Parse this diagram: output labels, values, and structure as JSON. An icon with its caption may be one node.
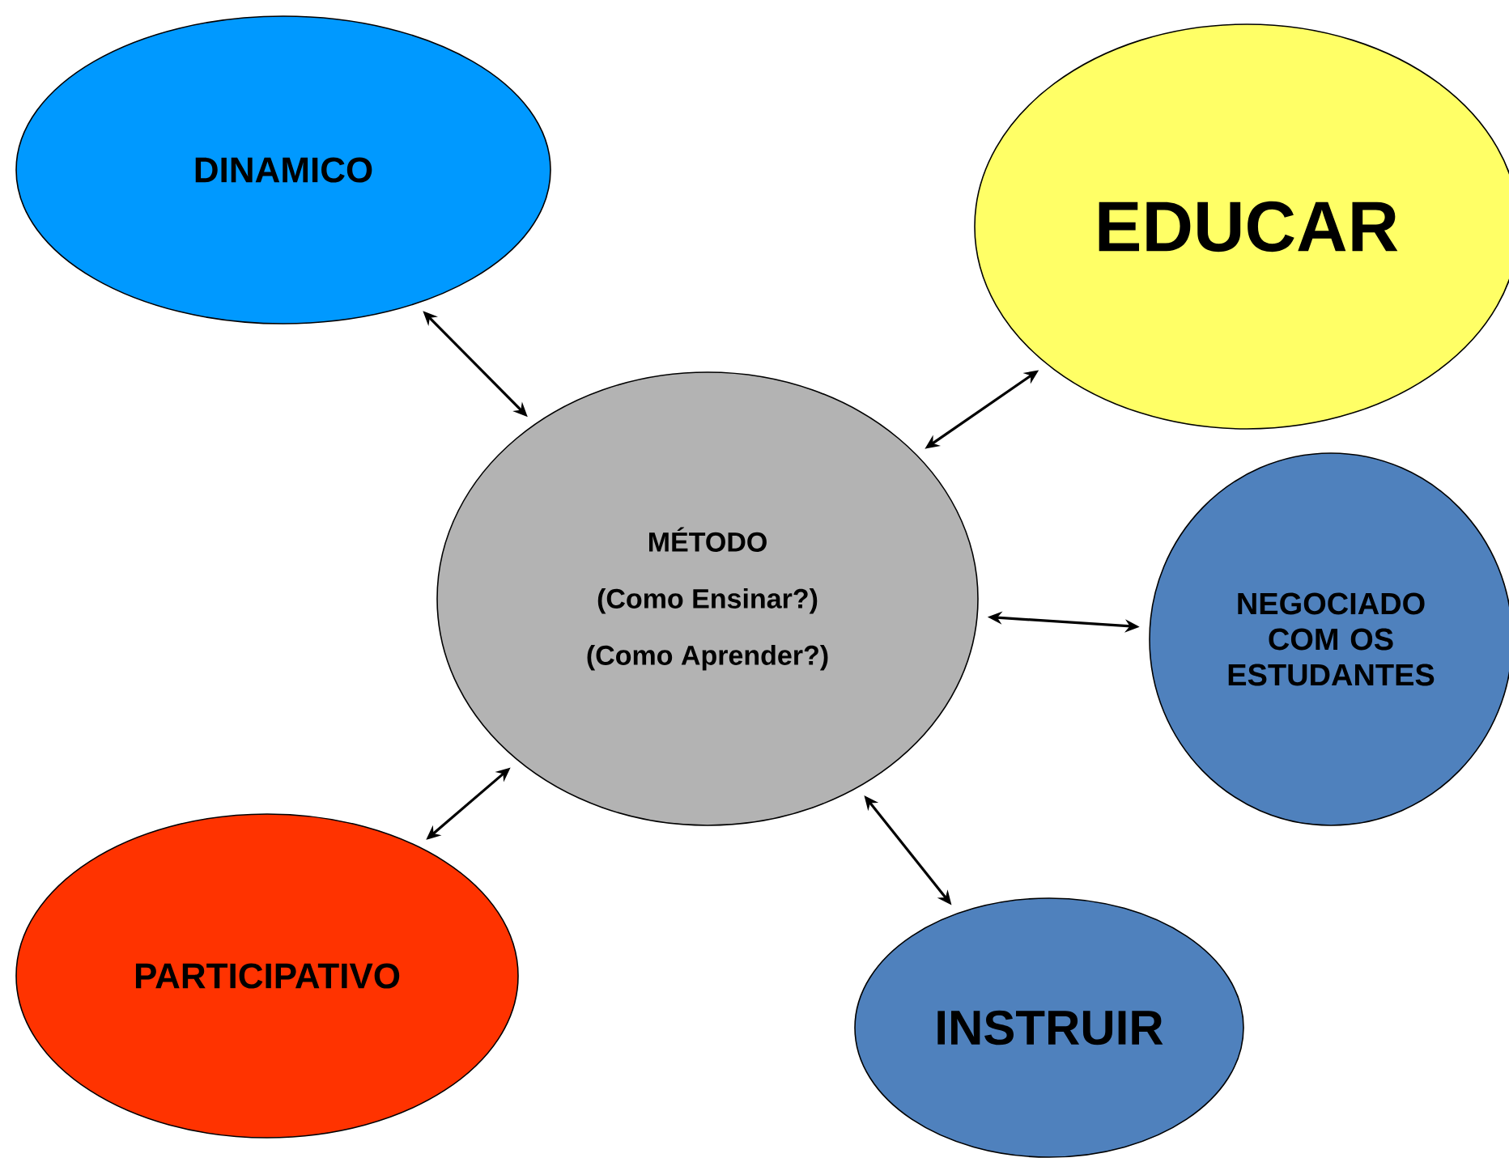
{
  "diagram": {
    "nodes": [
      {
        "text": [
          "MÉTODO",
          "(Como Ensinar?)",
          "(Como Aprender?)"
        ]
      },
      {
        "text": [
          "DINAMICO"
        ]
      },
      {
        "text": [
          "EDUCAR"
        ]
      },
      {
        "text": [
          "NEGOCIADO COM OS ESTUDANTES"
        ]
      },
      {
        "text": [
          "PARTICIPATIVO"
        ]
      },
      {
        "text": [
          "INSTRUIR"
        ]
      }
    ],
    "edges": [
      {
        "from": 0,
        "to": 1,
        "arrow": "both"
      },
      {
        "from": 0,
        "to": 2,
        "arrow": "both"
      },
      {
        "from": 0,
        "to": 3,
        "arrow": "both"
      },
      {
        "from": 0,
        "to": 4,
        "arrow": "both"
      },
      {
        "from": 0,
        "to": 5,
        "arrow": "both"
      }
    ]
  }
}
